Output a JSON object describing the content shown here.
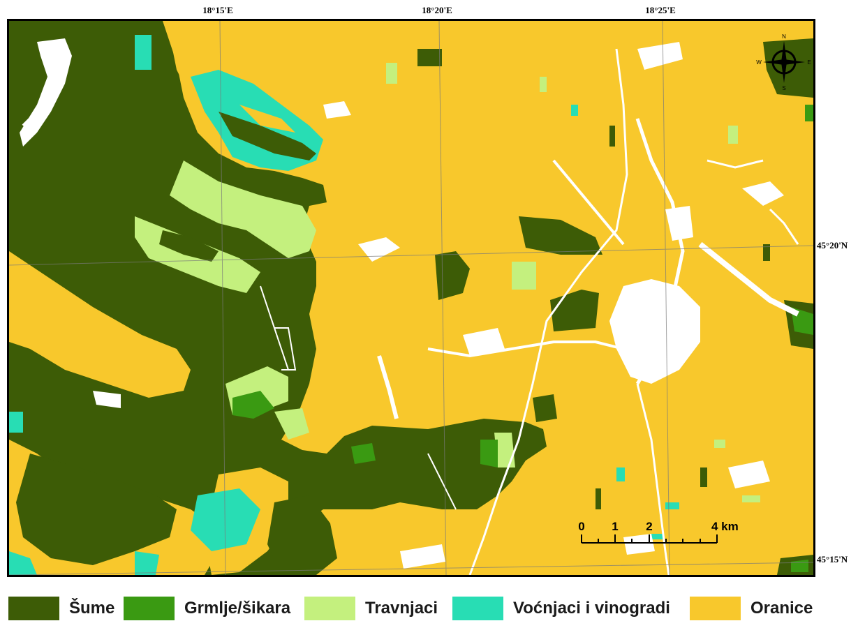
{
  "map": {
    "graticule": {
      "longitudes": [
        "18°15'E",
        "18°20'E",
        "18°25'E"
      ],
      "latitudes": [
        "45°20'N",
        "45°15'N"
      ]
    },
    "north_arrow": {
      "n": "N",
      "e": "E",
      "s": "S",
      "w": "W"
    },
    "scale_bar": {
      "ticks": [
        "0",
        "1",
        "2",
        "4 km"
      ]
    },
    "colors": {
      "sume": "#3d5c06",
      "grmlje": "#3a9a12",
      "travnjaci": "#c4f07e",
      "vocnjaci": "#28ddb4",
      "oranice": "#f8c82c",
      "urban": "#ffffff"
    }
  },
  "legend": {
    "items": [
      {
        "label": "Šume",
        "color": "#3d5c06"
      },
      {
        "label": "Grmlje/šikara",
        "color": "#3a9a12"
      },
      {
        "label": "Travnjaci",
        "color": "#c4f07e"
      },
      {
        "label": "Voćnjaci i vinogradi",
        "color": "#28ddb4"
      },
      {
        "label": "Oranice",
        "color": "#f8c82c"
      }
    ]
  }
}
